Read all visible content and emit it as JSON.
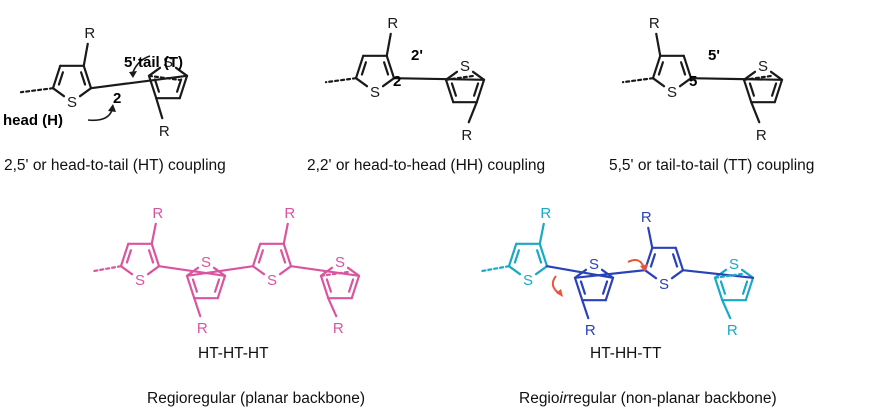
{
  "colors": {
    "ink": "#1a1a1a",
    "pink": "#d9559f",
    "cyan": "#1aa8c8",
    "blue": "#2a42b8",
    "arrow_red": "#e8553a"
  },
  "atoms": {
    "S": "S",
    "R": "R"
  },
  "labels": {
    "tail": "tail (T)",
    "head": "head (H)",
    "pos_2": "2",
    "pos_5p": "5'",
    "pos_2p": "2'",
    "pos_5": "5"
  },
  "captions": {
    "ht": "2,5' or head-to-tail (HT) coupling",
    "hh": "2,2' or head-to-head (HH) coupling",
    "tt": "5,5' or tail-to-tail (TT) coupling",
    "seq_regular": "HT-HT-HT",
    "seq_irregular": "HT-HH-TT",
    "regioregular": "Regioregular (planar backbone)",
    "regioirregular_prefix": "Regio",
    "regioirregular_italic": "ir",
    "regioirregular_suffix": "regular (non-planar backbone)"
  }
}
